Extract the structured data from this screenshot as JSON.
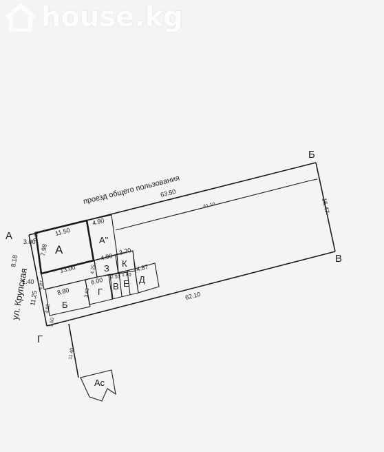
{
  "watermark": {
    "text": "house.kg",
    "icon": "house-icon"
  },
  "corners": {
    "a": "А",
    "b": "Б",
    "v": "В",
    "g": "Г"
  },
  "road_label": "проезд общего пользования",
  "street_label": "ул. Крупская",
  "dimensions": {
    "top": "63.50",
    "bottom": "62.10",
    "right": "16.47",
    "mid": "61.10",
    "left_total": "8.18",
    "left_low": "11.25",
    "a_left": "3.00",
    "a_tiny": "0.20",
    "a_height": "7.98",
    "a_width": "11.50",
    "a2_width": "4.90",
    "gap_left": "1.40",
    "row_13": "13.00",
    "z_height": "4.25",
    "z_width": "4.00",
    "k_width": "3.70",
    "v_width": "2.50",
    "e_width": "1.80",
    "d_height": "4.87",
    "b_left": "4.87",
    "b_width": "8.80",
    "b_height": "4.88",
    "g_width": "6.00",
    "g_height": "3.63",
    "bottom_tiny": "1.50",
    "pipe": "11.40"
  },
  "rooms": {
    "a": "А",
    "a2": "А\"",
    "z": "З",
    "k": "К",
    "b": "Б",
    "g": "Г",
    "v": "В",
    "e": "Е",
    "d": "Д",
    "as": "Ас"
  }
}
